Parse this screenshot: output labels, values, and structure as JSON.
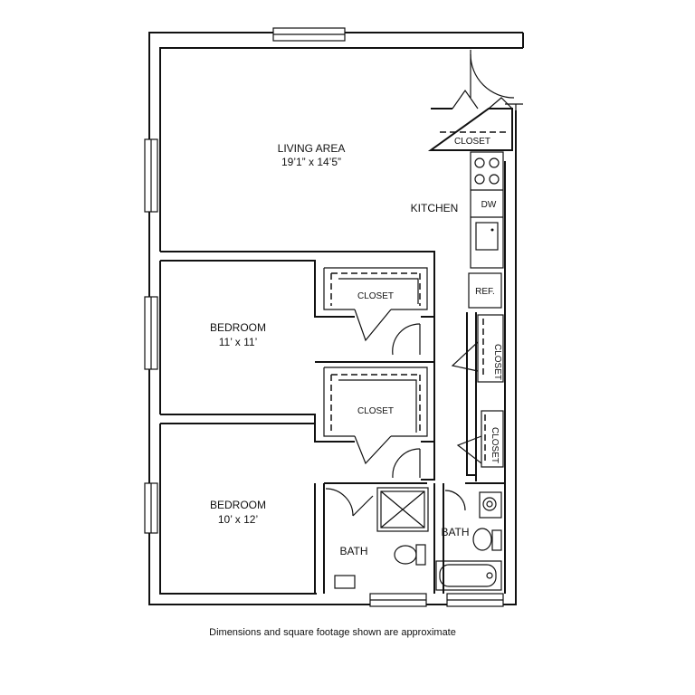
{
  "rooms": {
    "living_area": {
      "name": "LIVING AREA",
      "dimensions": "19’1” x 14’5”"
    },
    "kitchen": {
      "name": "KITCHEN"
    },
    "bedroom_1": {
      "name": "BEDROOM",
      "dimensions": "11’ x 11’"
    },
    "bedroom_2": {
      "name": "BEDROOM",
      "dimensions": "10’ x 12’"
    },
    "bath_1": {
      "name": "BATH"
    },
    "bath_2": {
      "name": "BATH"
    }
  },
  "closets": {
    "entry": "CLOSET",
    "bedroom_1": "CLOSET",
    "bedroom_2": "CLOSET",
    "hall_1": "CLOSET",
    "hall_2": "CLOSET"
  },
  "appliances": {
    "dishwasher": "DW",
    "refrigerator": "REF."
  },
  "footnote": "Dimensions and square footage shown are approximate"
}
